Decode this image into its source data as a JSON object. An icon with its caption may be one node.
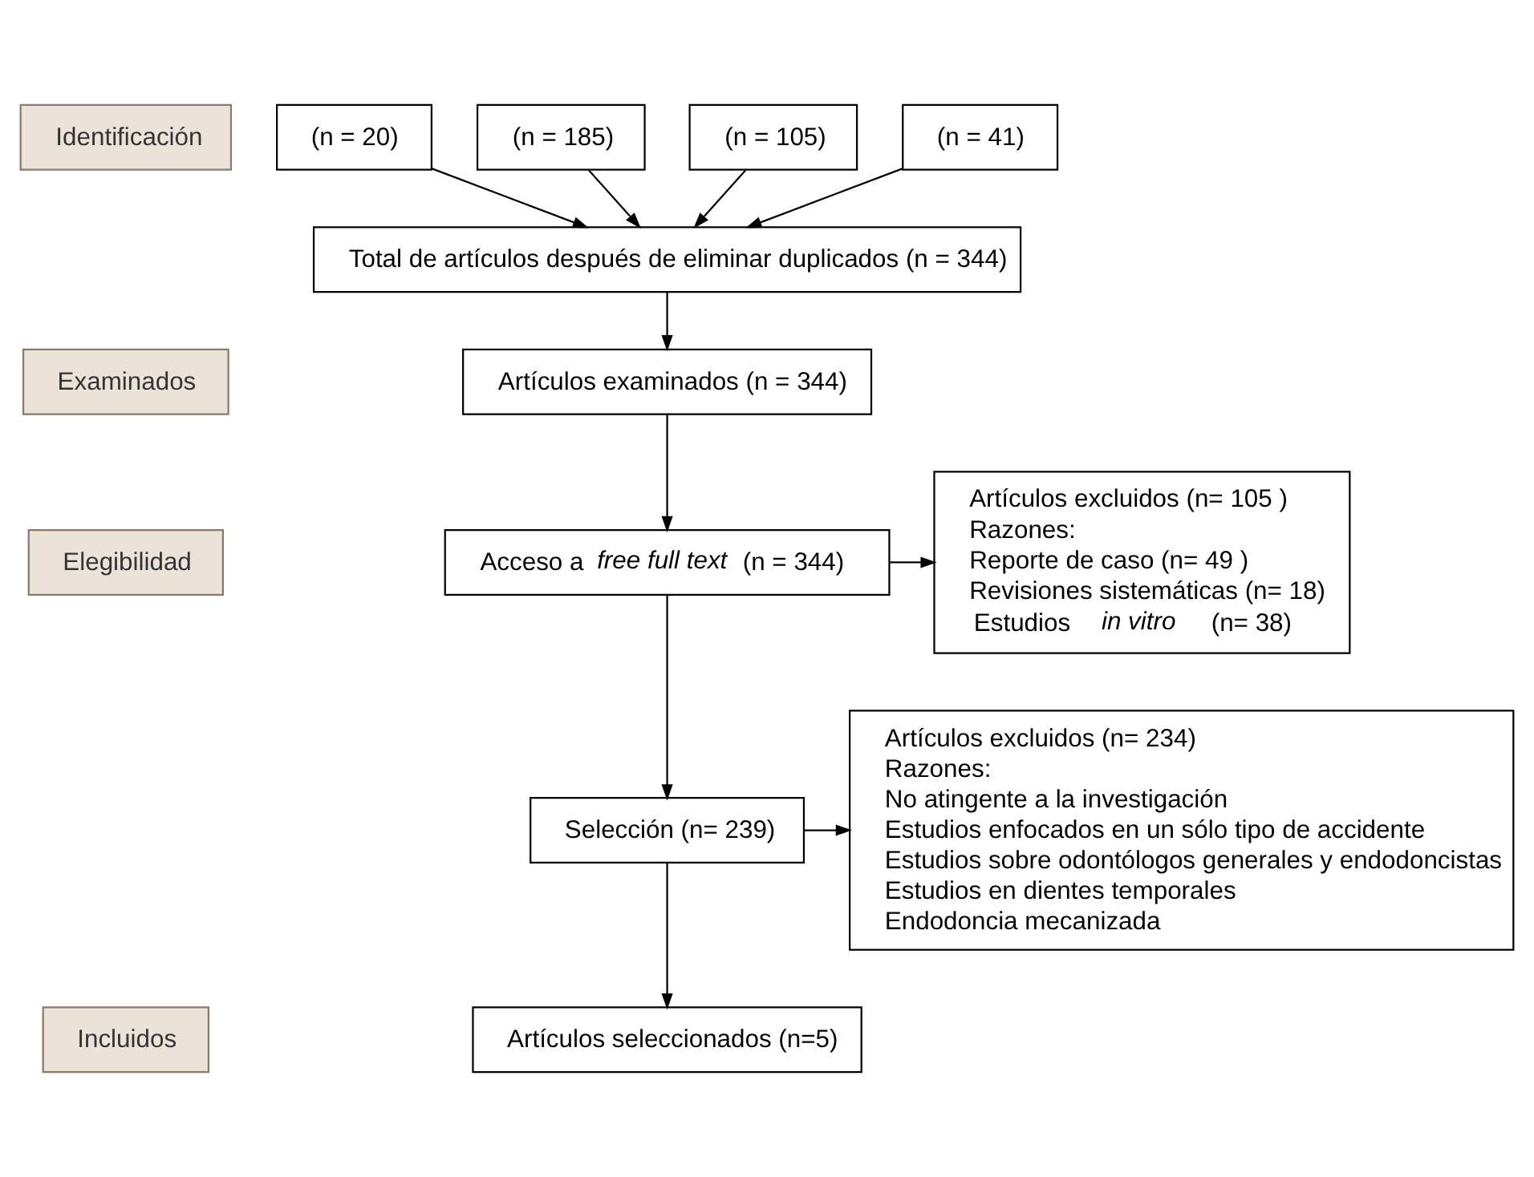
{
  "diagram": {
    "nodes": [
      {
        "text": [
          "Identificación"
        ]
      },
      {
        "text": [
          "Examinados"
        ]
      },
      {
        "text": [
          "Elegibilidad"
        ]
      },
      {
        "text": [
          "Incluidos"
        ]
      },
      {
        "text": [
          "(n = 20)"
        ]
      },
      {
        "text": [
          "(n = 185)"
        ]
      },
      {
        "text": [
          "(n = 105)"
        ]
      },
      {
        "text": [
          "(n = 41)"
        ]
      },
      {
        "text": [
          "Total de artículos después de eliminar duplicados (n = 344)"
        ]
      },
      {
        "text": [
          "Artículos examinados (n = 344)"
        ]
      },
      {
        "text": [
          "Acceso a *free full text* (n = 344)"
        ]
      },
      {
        "text": [
          "Artículos excluidos (n= 105 )",
          "Razones:",
          "Reporte de caso (n= 49 )",
          "Revisiones sistemáticas (n= 18)",
          "Estudios *in vitro* (n= 38)"
        ]
      },
      {
        "text": [
          "Selección (n= 239)"
        ]
      },
      {
        "text": [
          "Artículos excluidos (n= 234)",
          "Razones:",
          "No atingente a la investigación",
          "Estudios enfocados en un sólo tipo de accidente",
          "Estudios sobre odontólogos generales y endodoncistas",
          "Estudios en dientes temporales",
          "Endodoncia mecanizada"
        ]
      },
      {
        "text": [
          "Artículos seleccionados (n=5)"
        ]
      }
    ],
    "edges": [
      {
        "from": 4,
        "to": 8,
        "arrow": "to"
      },
      {
        "from": 5,
        "to": 8,
        "arrow": "to"
      },
      {
        "from": 6,
        "to": 8,
        "arrow": "to"
      },
      {
        "from": 7,
        "to": 8,
        "arrow": "to"
      },
      {
        "from": 8,
        "to": 9,
        "arrow": "to"
      },
      {
        "from": 9,
        "to": 10,
        "arrow": "to"
      },
      {
        "from": 10,
        "to": 11,
        "arrow": "to"
      },
      {
        "from": 10,
        "to": 12,
        "arrow": "to"
      },
      {
        "from": 12,
        "to": 13,
        "arrow": "to"
      },
      {
        "from": 12,
        "to": 14,
        "arrow": "to"
      }
    ]
  }
}
